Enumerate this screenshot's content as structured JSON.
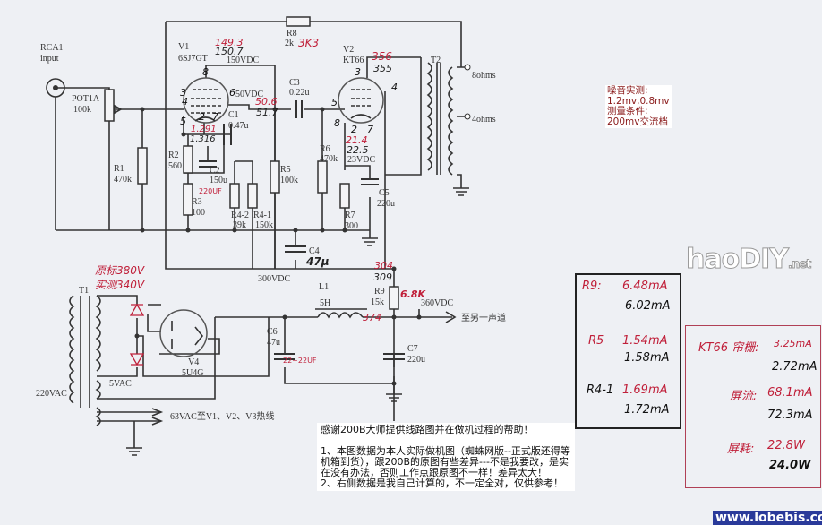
{
  "schematic": {
    "rca": {
      "name": "RCA1",
      "sub": "input"
    },
    "pot": {
      "name": "POT1A",
      "value": "100k"
    },
    "v1": {
      "name": "V1",
      "type": "6SJ7GT",
      "plate_v": "150VDC",
      "plate_meas1": "149.3",
      "plate_meas2": "150.7",
      "screen_v": "50VDC",
      "screen_meas1": "50.6",
      "screen_meas2": "51.7",
      "cath_meas1": "1.291",
      "cath_meas2": "1.316",
      "pins": [
        "8",
        "3",
        "4",
        "5",
        "2",
        "7",
        "6"
      ]
    },
    "r8": {
      "name": "R8",
      "value": "2k",
      "mod": "3K3"
    },
    "c3": {
      "name": "C3",
      "value": "0.22u"
    },
    "v2": {
      "name": "V2",
      "type": "KT66",
      "plate_meas1": "356",
      "plate_meas2": "355",
      "cath_v": "23VDC",
      "cath_meas1": "21.4",
      "cath_meas2": "22.5",
      "pins": [
        "3",
        "4",
        "5",
        "8",
        "2",
        "7"
      ]
    },
    "t2": {
      "name": "T2",
      "tap8": "8ohms",
      "tap4": "4ohms"
    },
    "c1": {
      "name": "C1",
      "value": "0.47u"
    },
    "r1": {
      "name": "R1",
      "value": "470k"
    },
    "r2": {
      "name": "R2",
      "value": "560"
    },
    "c2": {
      "name": "C2",
      "value": "150u",
      "mod": "220UF"
    },
    "r3": {
      "name": "R3",
      "value": "100"
    },
    "r42": {
      "name": "R4-2",
      "value": "39k"
    },
    "r41": {
      "name": "R4-1",
      "value": "150k"
    },
    "r5": {
      "name": "R5",
      "value": "100k"
    },
    "r6": {
      "name": "R6",
      "value": "470k"
    },
    "r7": {
      "name": "R7",
      "value": "300"
    },
    "c5": {
      "name": "C5",
      "value": "220u"
    },
    "c4": {
      "name": "C4",
      "value": "47μ"
    },
    "b300": "300VDC",
    "b304": "304",
    "b309": "309",
    "r9": {
      "name": "R9",
      "value": "15k",
      "mod": "6.8K"
    },
    "b360": "360VDC",
    "l1": {
      "name": "L1",
      "value": "5H"
    },
    "b374": "374",
    "to_other": "至另一声道",
    "c6": {
      "name": "C6",
      "value": "47u",
      "mod": "22+22UF"
    },
    "c7": {
      "name": "C7",
      "value": "220u"
    },
    "t1": {
      "name": "T1",
      "primary": "220VAC",
      "fil5": "5VAC",
      "fil63": "63VAC至V1、V2、V3热线"
    },
    "v4": {
      "name": "V4",
      "type": "5U4G"
    },
    "hv_note1": "原标380V",
    "hv_note2": "实测340V"
  },
  "noise_note": "噪音实测:\n1.2mv,0.8mv\n测量条件:\n200mv交流档",
  "footer_note": "感谢200B大师提供线路图并在做机过程的帮助！\n\n1、本图数据为本人实际做机图（蜘蛛网版--正式版还得等机箱到货），跟200B的原图有些差异---不是我要改，是实在没有办法，否则工作点跟原图不一样！差异太大！\n2、右侧数据是我自己计算的，不一定全对，仅供参考！",
  "current_box": {
    "r9": {
      "label": "R9:",
      "calc": "6.48mA",
      "meas": "6.02mA"
    },
    "r5": {
      "label": "R5",
      "calc": "1.54mA",
      "meas": "1.58mA"
    },
    "r41": {
      "label": "R4-1",
      "calc": "1.69mA",
      "meas": "1.72mA"
    }
  },
  "kt66_box": {
    "screen_label": "KT66 帘栅:",
    "screen_calc": "3.25mA",
    "screen_meas": "2.72mA",
    "plate_label": "屏流:",
    "plate_calc": "68.1mA",
    "plate_meas": "72.3mA",
    "diss_label": "屏耗:",
    "diss_calc": "22.8W",
    "diss_meas": "24.0W"
  },
  "logo": {
    "main": "haoDIY",
    "suffix": ".net"
  },
  "watermark": "www.lobebis.com",
  "colors": {
    "annotation_red": "#c0203a",
    "ink": "#333333",
    "paper": "#eef0f4"
  }
}
